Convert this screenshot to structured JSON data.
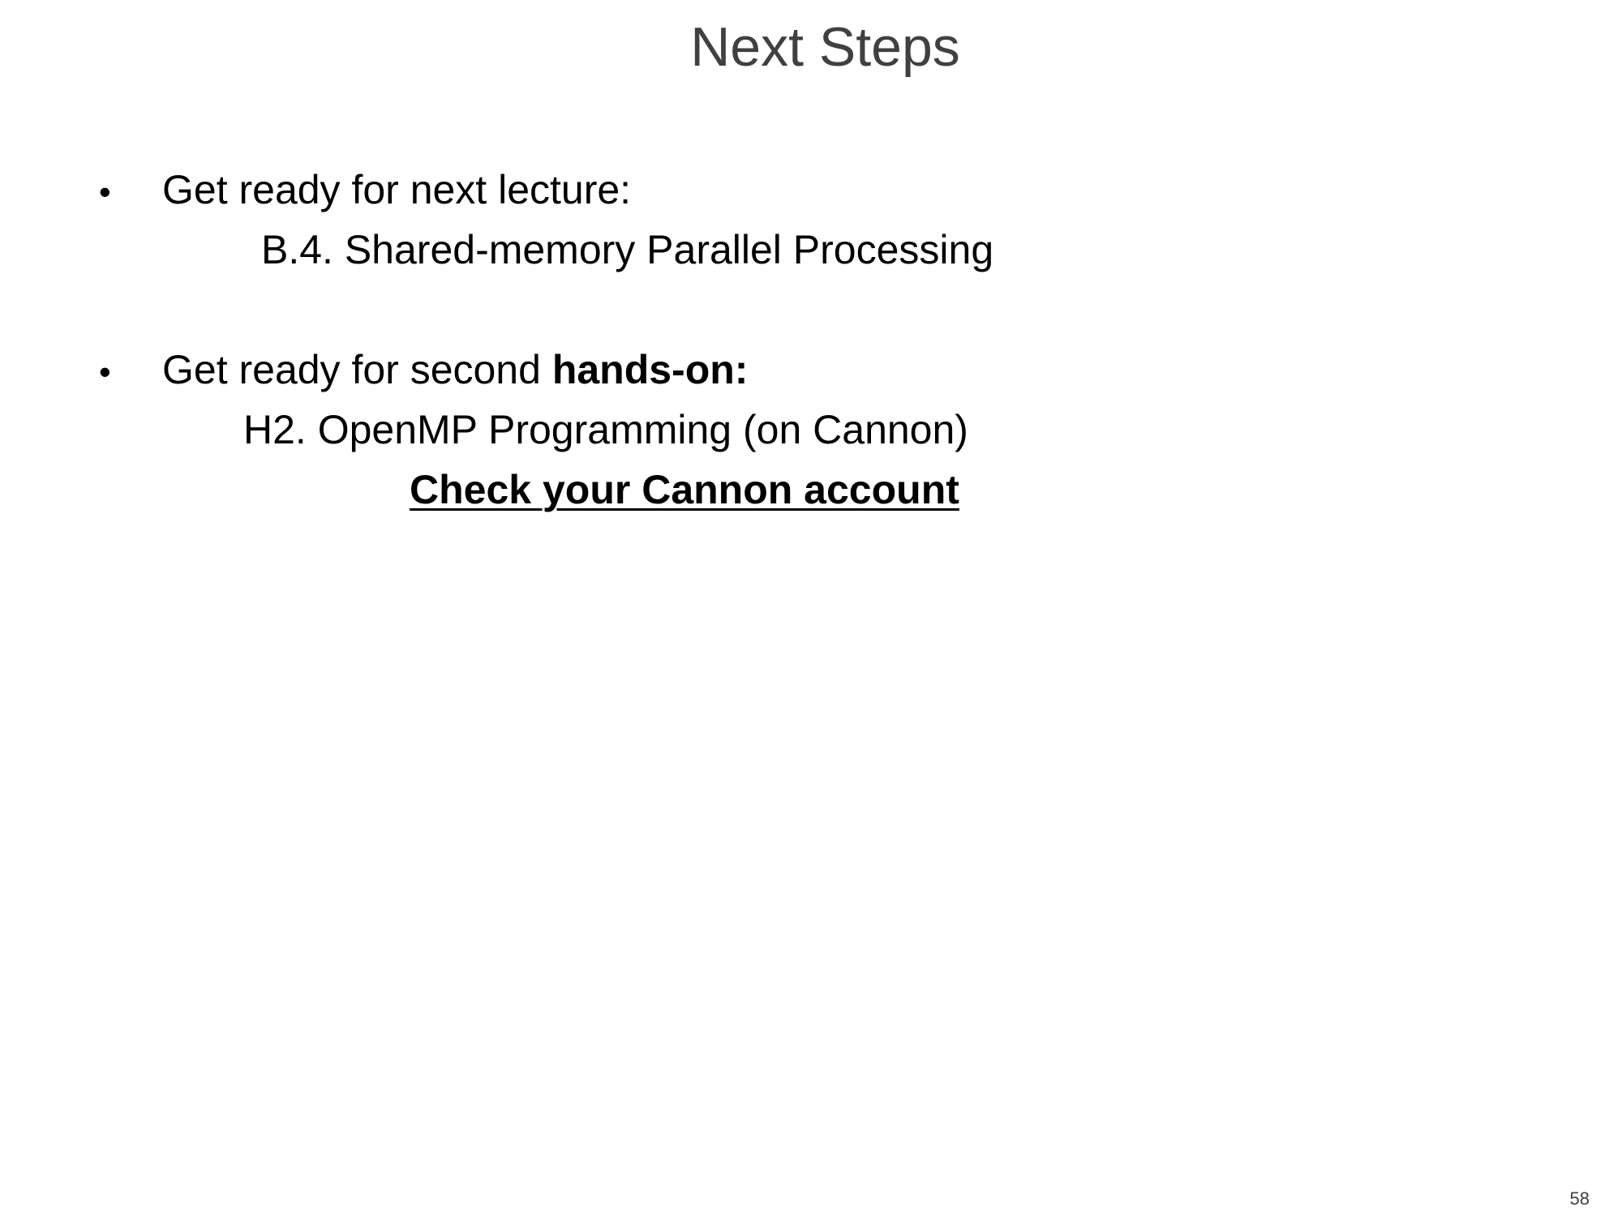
{
  "slide": {
    "title": "Next Steps",
    "bullets": [
      {
        "bullet_char": "•",
        "text": "Get ready for next lecture:",
        "sub_lines": [
          "B.4. Shared-memory Parallel Processing"
        ]
      },
      {
        "bullet_char": "•",
        "text_prefix": "Get ready for second ",
        "text_bold": "hands-on:",
        "sub_lines": [
          "H2. OpenMP Programming (on Cannon)"
        ],
        "link_text": "Check your Cannon account"
      }
    ],
    "page_number": "58"
  }
}
